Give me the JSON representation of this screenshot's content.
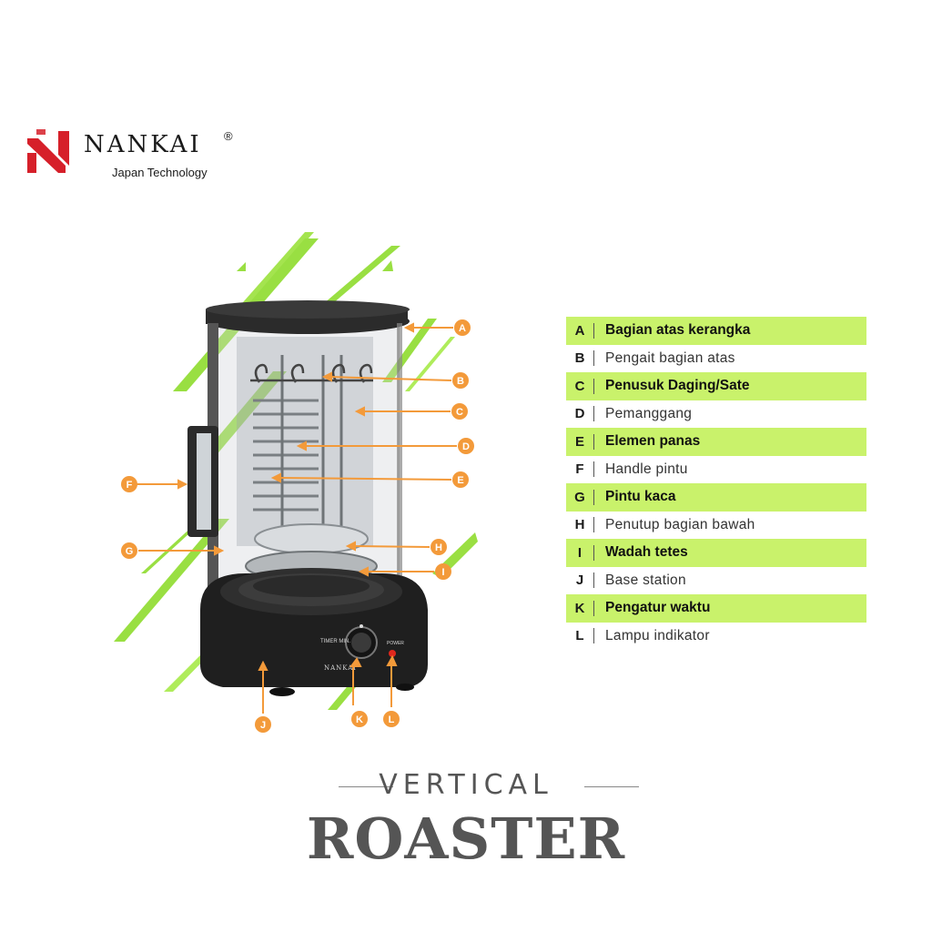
{
  "brand": {
    "name": "NANKAI",
    "registered_mark": "®",
    "tagline": "Japan Technology",
    "colors": {
      "logo_red": "#d6202a",
      "text": "#1a1a1a"
    }
  },
  "product_image": {
    "timer_label": "TIMER MIN.",
    "power_label": "POWER",
    "base_brand": "NANKAI"
  },
  "callouts": [
    {
      "key": "A"
    },
    {
      "key": "B"
    },
    {
      "key": "C"
    },
    {
      "key": "D"
    },
    {
      "key": "E"
    },
    {
      "key": "F"
    },
    {
      "key": "G"
    },
    {
      "key": "H"
    },
    {
      "key": "I"
    },
    {
      "key": "J"
    },
    {
      "key": "K"
    },
    {
      "key": "L"
    }
  ],
  "legend": {
    "items": [
      {
        "key": "A",
        "label": "Bagian atas kerangka",
        "highlight": true
      },
      {
        "key": "B",
        "label": "Pengait bagian atas",
        "highlight": false
      },
      {
        "key": "C",
        "label": "Penusuk Daging/Sate",
        "highlight": true
      },
      {
        "key": "D",
        "label": "Pemanggang",
        "highlight": false
      },
      {
        "key": "E",
        "label": "Elemen panas",
        "highlight": true
      },
      {
        "key": "F",
        "label": "Handle pintu",
        "highlight": false
      },
      {
        "key": "G",
        "label": "Pintu kaca",
        "highlight": true
      },
      {
        "key": "H",
        "label": "Penutup bagian bawah",
        "highlight": false
      },
      {
        "key": "I",
        "label": "Wadah tetes",
        "highlight": true
      },
      {
        "key": "J",
        "label": "Base station",
        "highlight": false
      },
      {
        "key": "K",
        "label": "Pengatur waktu",
        "highlight": true
      },
      {
        "key": "L",
        "label": "Lampu indikator",
        "highlight": false
      }
    ],
    "colors": {
      "highlight": "#c9f26b",
      "callout": "#f39a3a"
    }
  },
  "title": {
    "top": "VERTICAL",
    "main": "ROASTER"
  }
}
